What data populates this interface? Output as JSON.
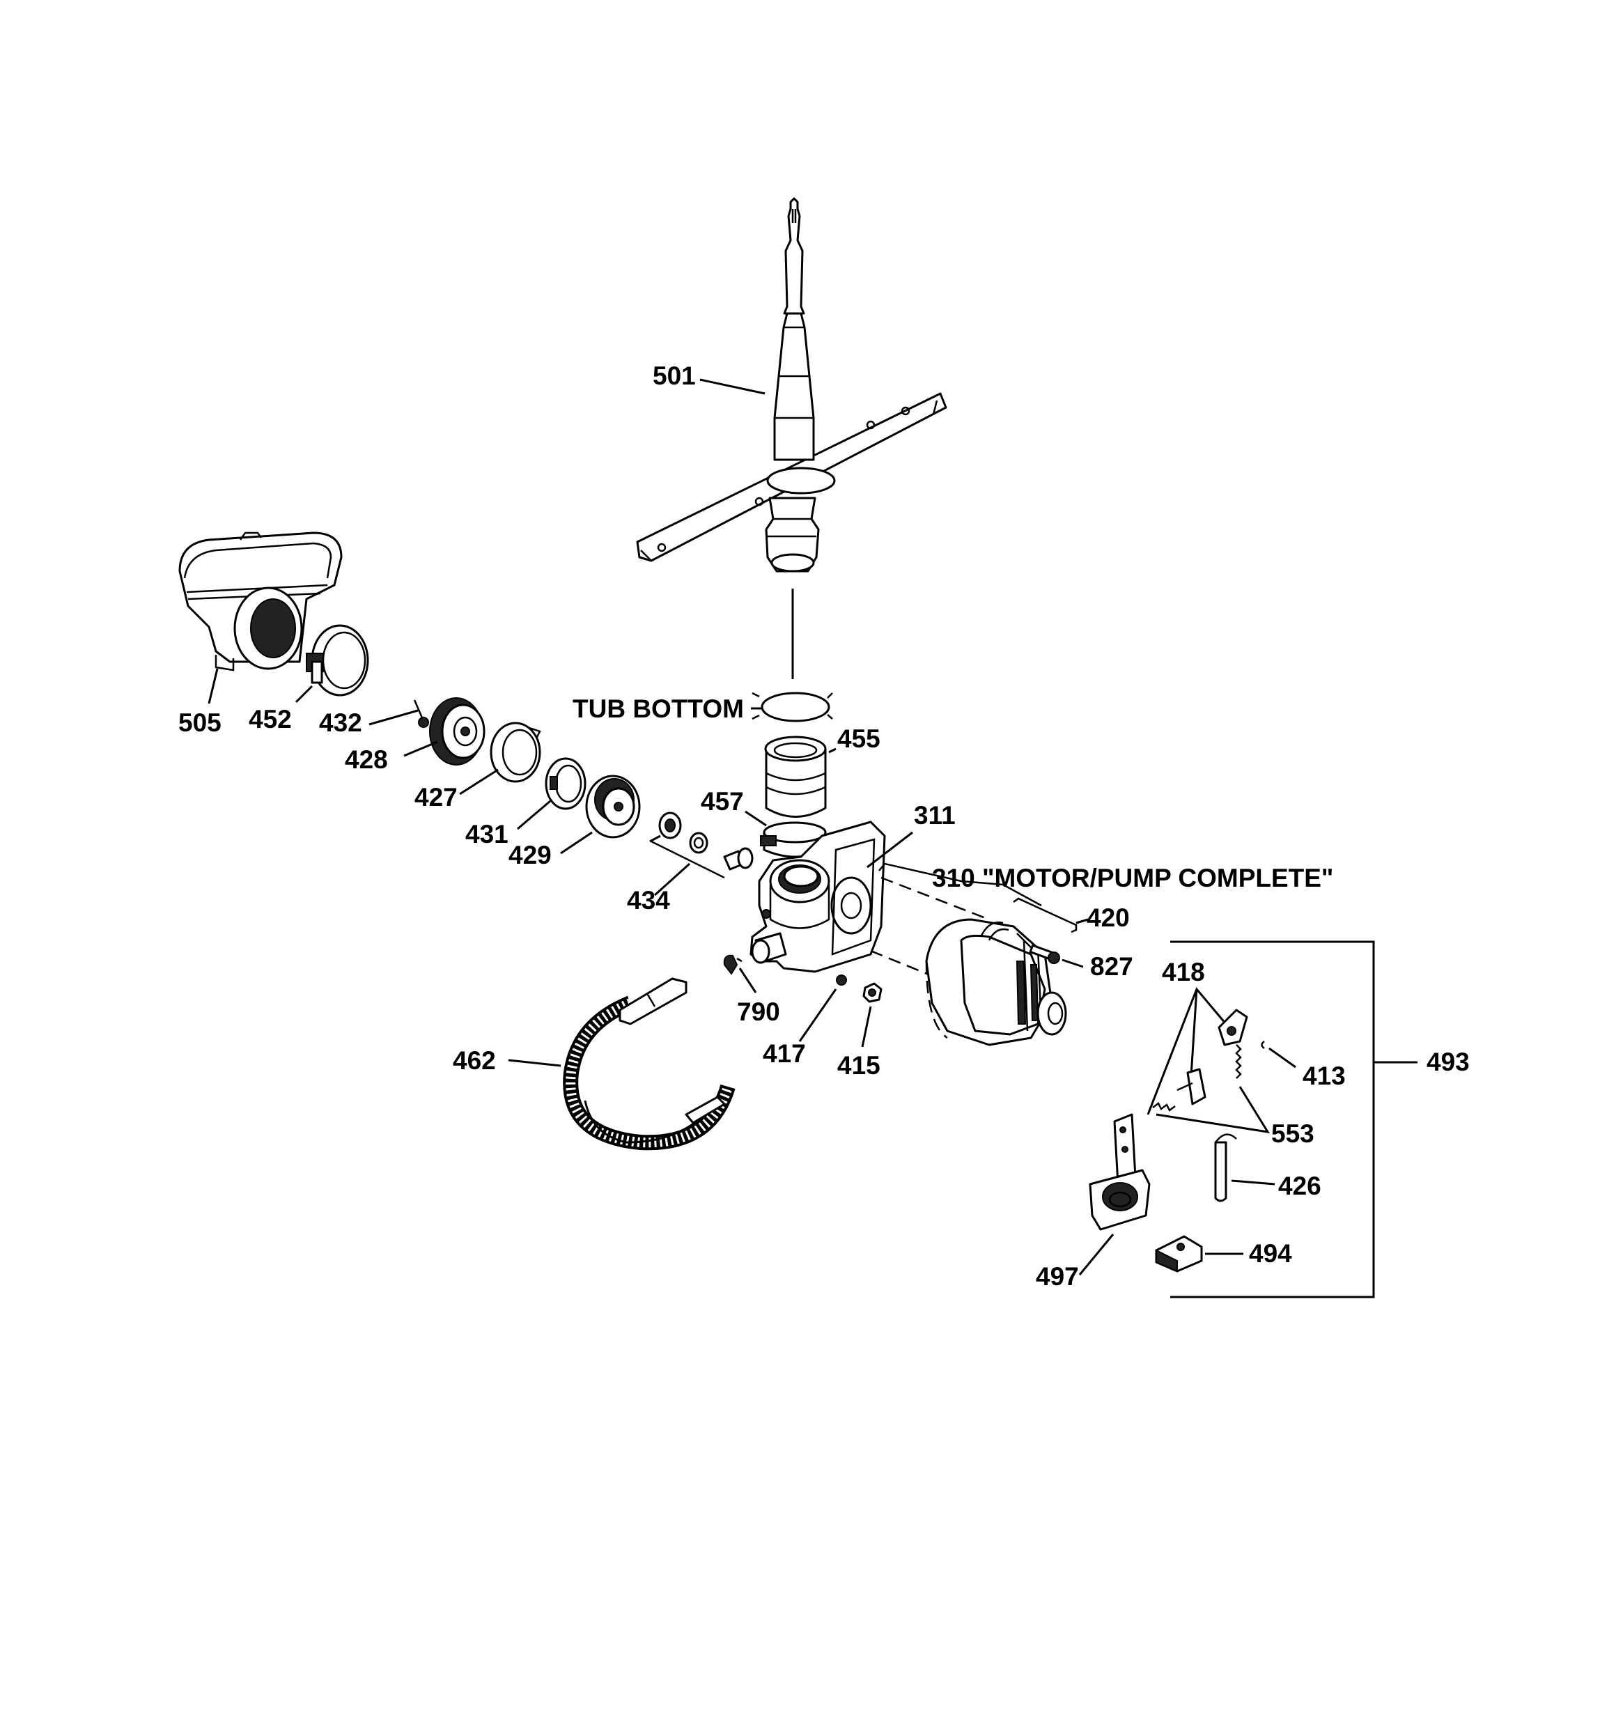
{
  "labels": {
    "l501": "501",
    "l505": "505",
    "l452": "452",
    "l432": "432",
    "l428": "428",
    "l427": "427",
    "l431": "431",
    "l429": "429",
    "l434": "434",
    "l455": "455",
    "l457": "457",
    "l311": "311",
    "l310": "310",
    "l310_text": "\"MOTOR/PUMP COMPLETE\"",
    "l420": "420",
    "l827": "827",
    "l790": "790",
    "l417": "417",
    "l415": "415",
    "l462": "462",
    "l418": "418",
    "l413": "413",
    "l553": "553",
    "l426": "426",
    "l493": "493",
    "l497": "497",
    "l494": "494",
    "tub_bottom": "TUB BOTTOM"
  }
}
